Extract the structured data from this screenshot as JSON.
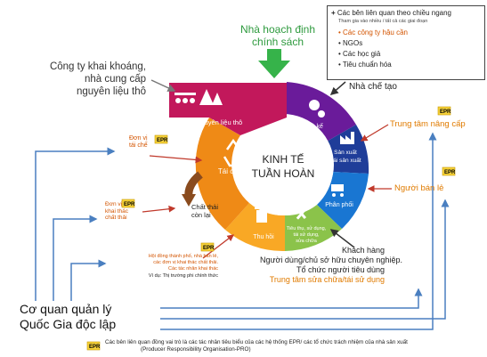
{
  "planner": {
    "line1": "Nhà hoạch định",
    "line2": "chính sách"
  },
  "mining": {
    "line1": "Công ty khai khoáng,",
    "line2": "nhà cung cấp",
    "line3": "nguyên liệu thô"
  },
  "center": {
    "line1": "KINH TẾ",
    "line2": "TUẦN HOÀN"
  },
  "segments": {
    "raw": "Nguyên liệu thô",
    "design": "Thiết kế",
    "production_1": "Sản xuất",
    "production_2": "Tái sản xuất",
    "distribution": "Phân phối",
    "consumption_1": "Tiêu thụ, sử dụng,",
    "consumption_2": "tái sử dụng,",
    "consumption_3": "sửa chữa",
    "collection": "Thu hồi",
    "recycle": "Tái chế"
  },
  "designer": "Nhà chế tạo",
  "upgrade": "Trung tâm nâng cấp",
  "retailer": "Người bán lẻ",
  "residual": {
    "line1": "Chất thải",
    "line2": "còn lại"
  },
  "recycle_unit": {
    "line1": "Đơn vị",
    "line2": "tái chế"
  },
  "waste_unit": {
    "line1": "Đơn vị",
    "line2": "khai thác",
    "line3": "chất thải"
  },
  "collectors": {
    "line1": "Hội đồng thành phố, nhà bán lẻ,",
    "line2": "các đơn vị khai thác chất thải.",
    "line3": "Các tác nhân khai thác",
    "line4": "Ví dụ: Thị trường phi chính thức"
  },
  "customers": {
    "line1": "Khách hàng",
    "line2": "Người dùng/chủ sở hữu chuyên nghiệp.",
    "line3": "Tổ chức người tiêu dùng",
    "line4": "Trung tâm sửa chữa/tái sử dụng"
  },
  "authority": {
    "line1": "Cơ quan quản lý",
    "line2": "Quốc Gia độc lập"
  },
  "legend": {
    "title": "Các bên liên quan theo chiều ngang",
    "subtitle": "Tham gia vào nhiều / tất cả các giai đoạn",
    "items": [
      "Các công ty hậu cần",
      "NGOs",
      "Các học giả",
      "Tiêu chuẩn hóa"
    ]
  },
  "epr_label": "EPR",
  "footnote": {
    "line1": "Các bên liên quan đồng vai trò là các tác nhân tiêu biểu của các hệ thống EPR/ các tổ chức trách nhiệm của nhà sản xuất",
    "line2": "(Producer Responsibility Organisation-PRO)"
  },
  "colors": {
    "raw": "#c2185b",
    "design": "#6a1b9a",
    "production": "#1f3d99",
    "distribution": "#1976d2",
    "consumption": "#8bc34a",
    "collection": "#f9a825",
    "recycle": "#ef8a16",
    "arrow_blue": "#4a7fc0",
    "arrow_red": "#c0392b",
    "arrow_green": "#36b34a",
    "orange_text": "#e07b00"
  }
}
